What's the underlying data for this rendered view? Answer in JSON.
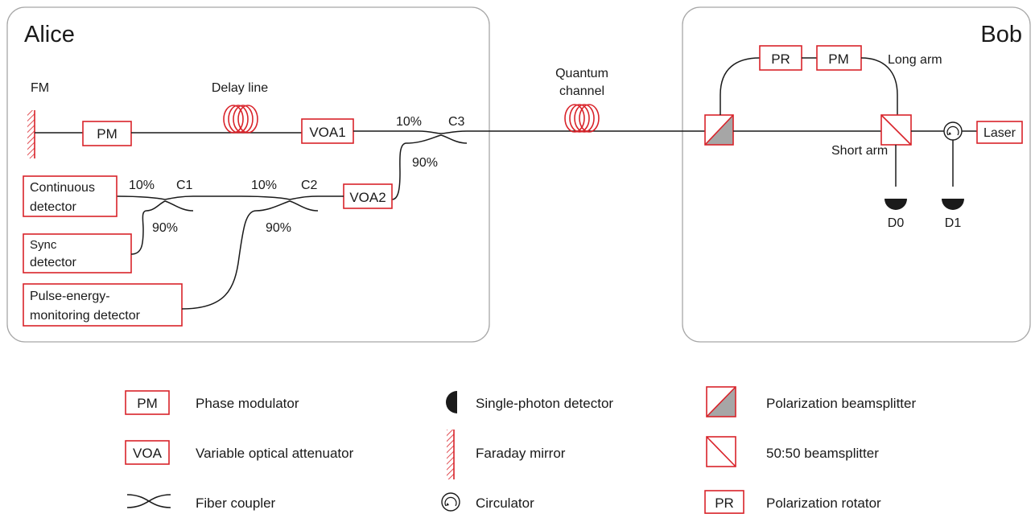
{
  "panels": {
    "alice": "Alice",
    "bob": "Bob"
  },
  "alice": {
    "fm": "FM",
    "pm": "PM",
    "delay_line": "Delay line",
    "voa1": "VOA1",
    "voa2": "VOA2",
    "c1": "C1",
    "c2": "C2",
    "c3": "C3",
    "c1_top_pct": "10%",
    "c1_bottom_pct": "90%",
    "c2_top_pct": "10%",
    "c2_bottom_pct": "90%",
    "c3_top_pct": "10%",
    "c3_bottom_pct": "90%",
    "continuous_detector": [
      "Continuous",
      "detector"
    ],
    "sync_detector": [
      "Sync",
      "detector"
    ],
    "pulse_detector": [
      "Pulse-energy-",
      "monitoring detector"
    ]
  },
  "channel": [
    "Quantum",
    "channel"
  ],
  "bob": {
    "pr": "PR",
    "pm": "PM",
    "long_arm": "Long arm",
    "short_arm": "Short arm",
    "laser": "Laser",
    "d0": "D0",
    "d1": "D1"
  },
  "legend": [
    {
      "symbol_text": "PM",
      "label": "Phase modulator",
      "icon": "phase-modulator-icon"
    },
    {
      "symbol_text": "VOA",
      "label": "Variable optical attenuator",
      "icon": "voa-icon"
    },
    {
      "symbol_text": "",
      "label": "Fiber coupler",
      "icon": "fiber-coupler-icon"
    },
    {
      "symbol_text": "",
      "label": "Single-photon detector",
      "icon": "detector-icon"
    },
    {
      "symbol_text": "",
      "label": "Faraday mirror",
      "icon": "faraday-mirror-icon"
    },
    {
      "symbol_text": "",
      "label": "Circulator",
      "icon": "circulator-icon"
    },
    {
      "symbol_text": "",
      "label": "Polarization beamsplitter",
      "icon": "pbs-icon"
    },
    {
      "symbol_text": "",
      "label": "50:50 beamsplitter",
      "icon": "bs-icon"
    },
    {
      "symbol_text": "PR",
      "label": "Polarization rotator",
      "icon": "polarization-rotator-icon"
    }
  ],
  "colors": {
    "accent": "#d9232a",
    "detector_fill": "#1a1a1a",
    "pbs_fill": "#a6a6a6"
  }
}
